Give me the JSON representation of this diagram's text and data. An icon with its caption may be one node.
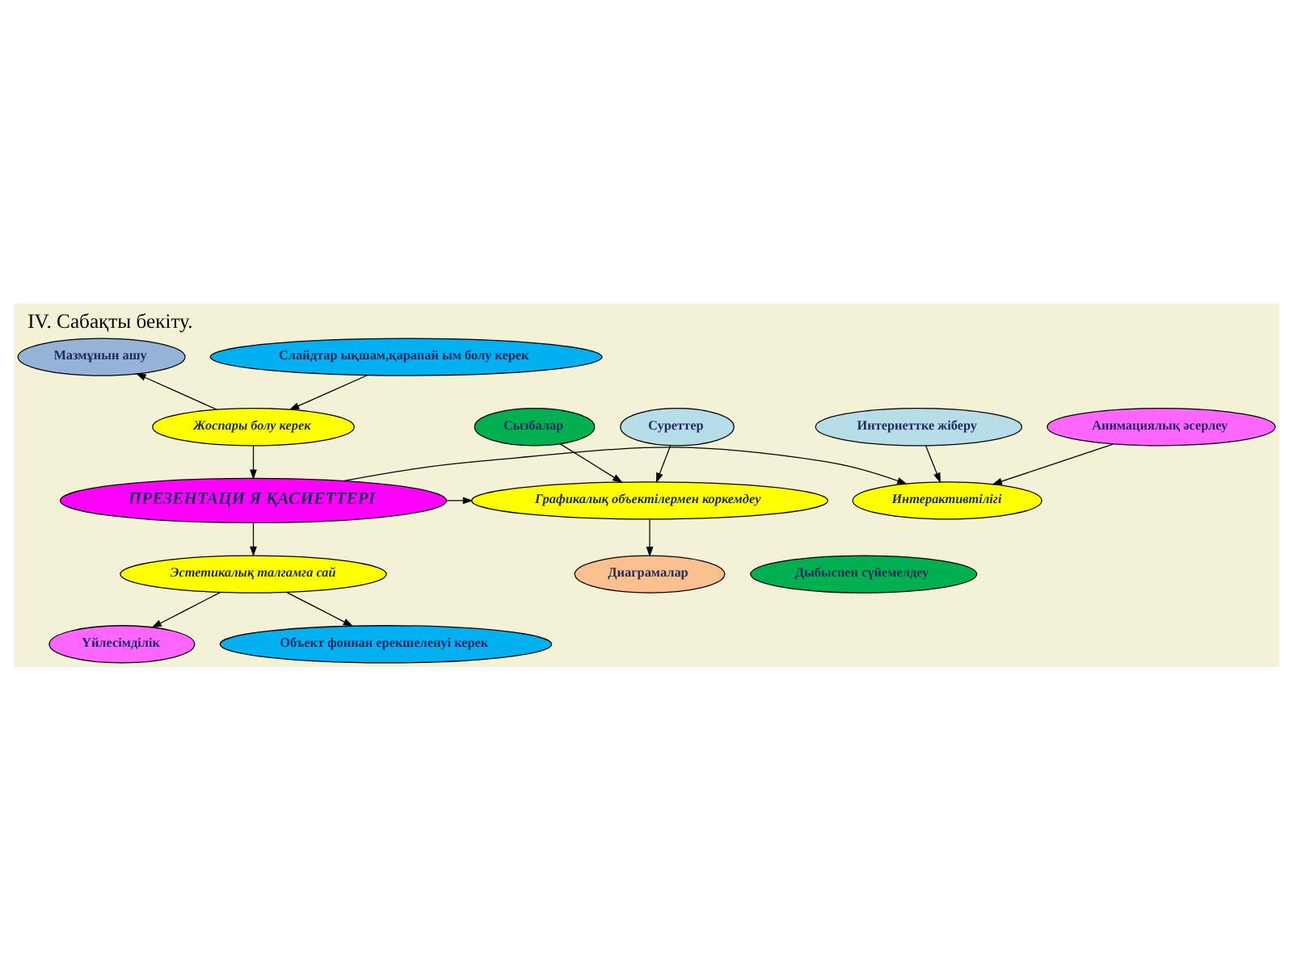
{
  "diagram": {
    "title": "IV. Сабақты бекіту.",
    "nodes": [
      {
        "text": [
          "Мазмұнын ашу"
        ]
      },
      {
        "text": [
          "Слайдтар ықшам,қарапай ым болу керек"
        ]
      },
      {
        "text": [
          "Жоспары болу керек"
        ]
      },
      {
        "text": [
          "Сызбалар"
        ]
      },
      {
        "text": [
          "Суреттер"
        ]
      },
      {
        "text": [
          "Интернеттке жіберу"
        ]
      },
      {
        "text": [
          "Анимациялық әсерлеу"
        ]
      },
      {
        "text": [
          "Графикалық объектілермен коркемдеу"
        ]
      },
      {
        "text": [
          "ПРЕЗЕНТАЦИ Я ҚАСИЕТТЕРІ"
        ]
      },
      {
        "text": [
          "Интерактивтілігі"
        ]
      },
      {
        "text": [
          "Диаграмалар"
        ]
      },
      {
        "text": [
          "Эстетикалық талгамга сай"
        ]
      },
      {
        "text": [
          "Дыбыспен сүйемелдеу"
        ]
      },
      {
        "text": [
          "Үйлесімділік"
        ]
      },
      {
        "text": [
          "Объект фоннан ерекшеленуі керек"
        ]
      }
    ],
    "edges": [
      {
        "from": 2,
        "to": 0,
        "arrow": "to"
      },
      {
        "from": 1,
        "to": 2,
        "arrow": "to"
      },
      {
        "from": 2,
        "to": 8,
        "arrow": "to"
      },
      {
        "from": 3,
        "to": 7,
        "arrow": "to"
      },
      {
        "from": 4,
        "to": 7,
        "arrow": "to"
      },
      {
        "from": 8,
        "to": 7,
        "arrow": "to"
      },
      {
        "from": 5,
        "to": 9,
        "arrow": "to"
      },
      {
        "from": 6,
        "to": 9,
        "arrow": "to"
      },
      {
        "from": 8,
        "to": 9,
        "arrow": "to"
      },
      {
        "from": 7,
        "to": 10,
        "arrow": "to"
      },
      {
        "from": 8,
        "to": 11,
        "arrow": "to"
      },
      {
        "from": 11,
        "to": 13,
        "arrow": "to"
      },
      {
        "from": 11,
        "to": 14,
        "arrow": "to"
      }
    ]
  }
}
